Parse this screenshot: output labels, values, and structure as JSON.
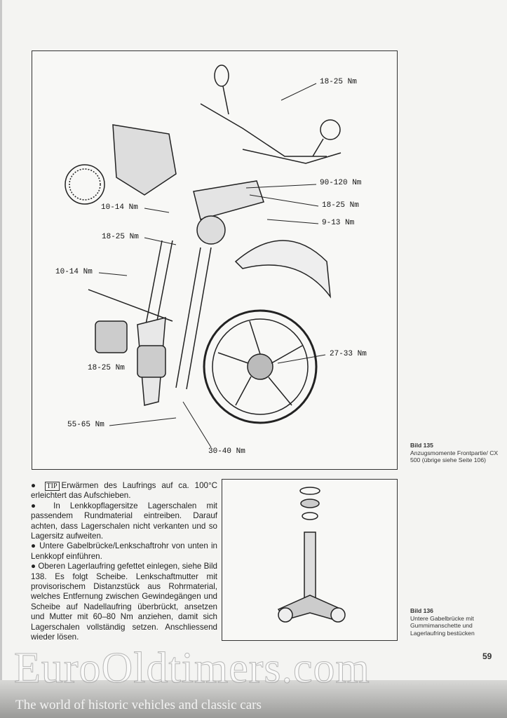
{
  "figure135": {
    "torque_labels": [
      "18-25 Nm",
      "90-120 Nm",
      "18-25 Nm",
      "9-13 Nm",
      "10-14 Nm",
      "18-25 Nm",
      "10-14 Nm",
      "27-33 Nm",
      "18-25 Nm",
      "55-65 Nm",
      "30-40 Nm"
    ],
    "caption_title": "Bild 135",
    "caption_text": "Anzugsmomente Frontpartie/ CX 500 (übrige siehe Seite 106)"
  },
  "figure136": {
    "caption_title": "Bild 136",
    "caption_text": "Untere Gabelbrücke mit Gummimanschette und Lagerlaufring bestücken"
  },
  "body": {
    "tip_label": "TIP",
    "bullet1": "Erwärmen des Laufrings auf ca. 100°C erleichtert das Aufschieben.",
    "bullet2": "In Lenkkopflagersitze Lagerschalen mit passendem Rundmaterial eintreiben. Darauf achten, dass Lagerschalen nicht verkanten und so Lagersitz aufweiten.",
    "bullet3": "Untere Gabelbrücke/Lenkschaftrohr von unten in Lenkkopf einführen.",
    "bullet4": "Oberen Lagerlaufring gefettet einlegen, siehe Bild 138. Es folgt Scheibe. Lenkschaftmutter mit provisorischem Distanzstück aus Rohrmaterial, welches Entfernung zwischen Gewindegängen und Scheibe auf Nadellaufring überbrückt, ansetzen und Mutter mit 60–80 Nm anziehen, damit sich Lagerschalen vollständig setzen. Anschliessend wieder lösen."
  },
  "page_number": "59",
  "watermark": {
    "logo": "EuroOldtimers.com",
    "tagline": "The world of historic vehicles and classic cars"
  }
}
